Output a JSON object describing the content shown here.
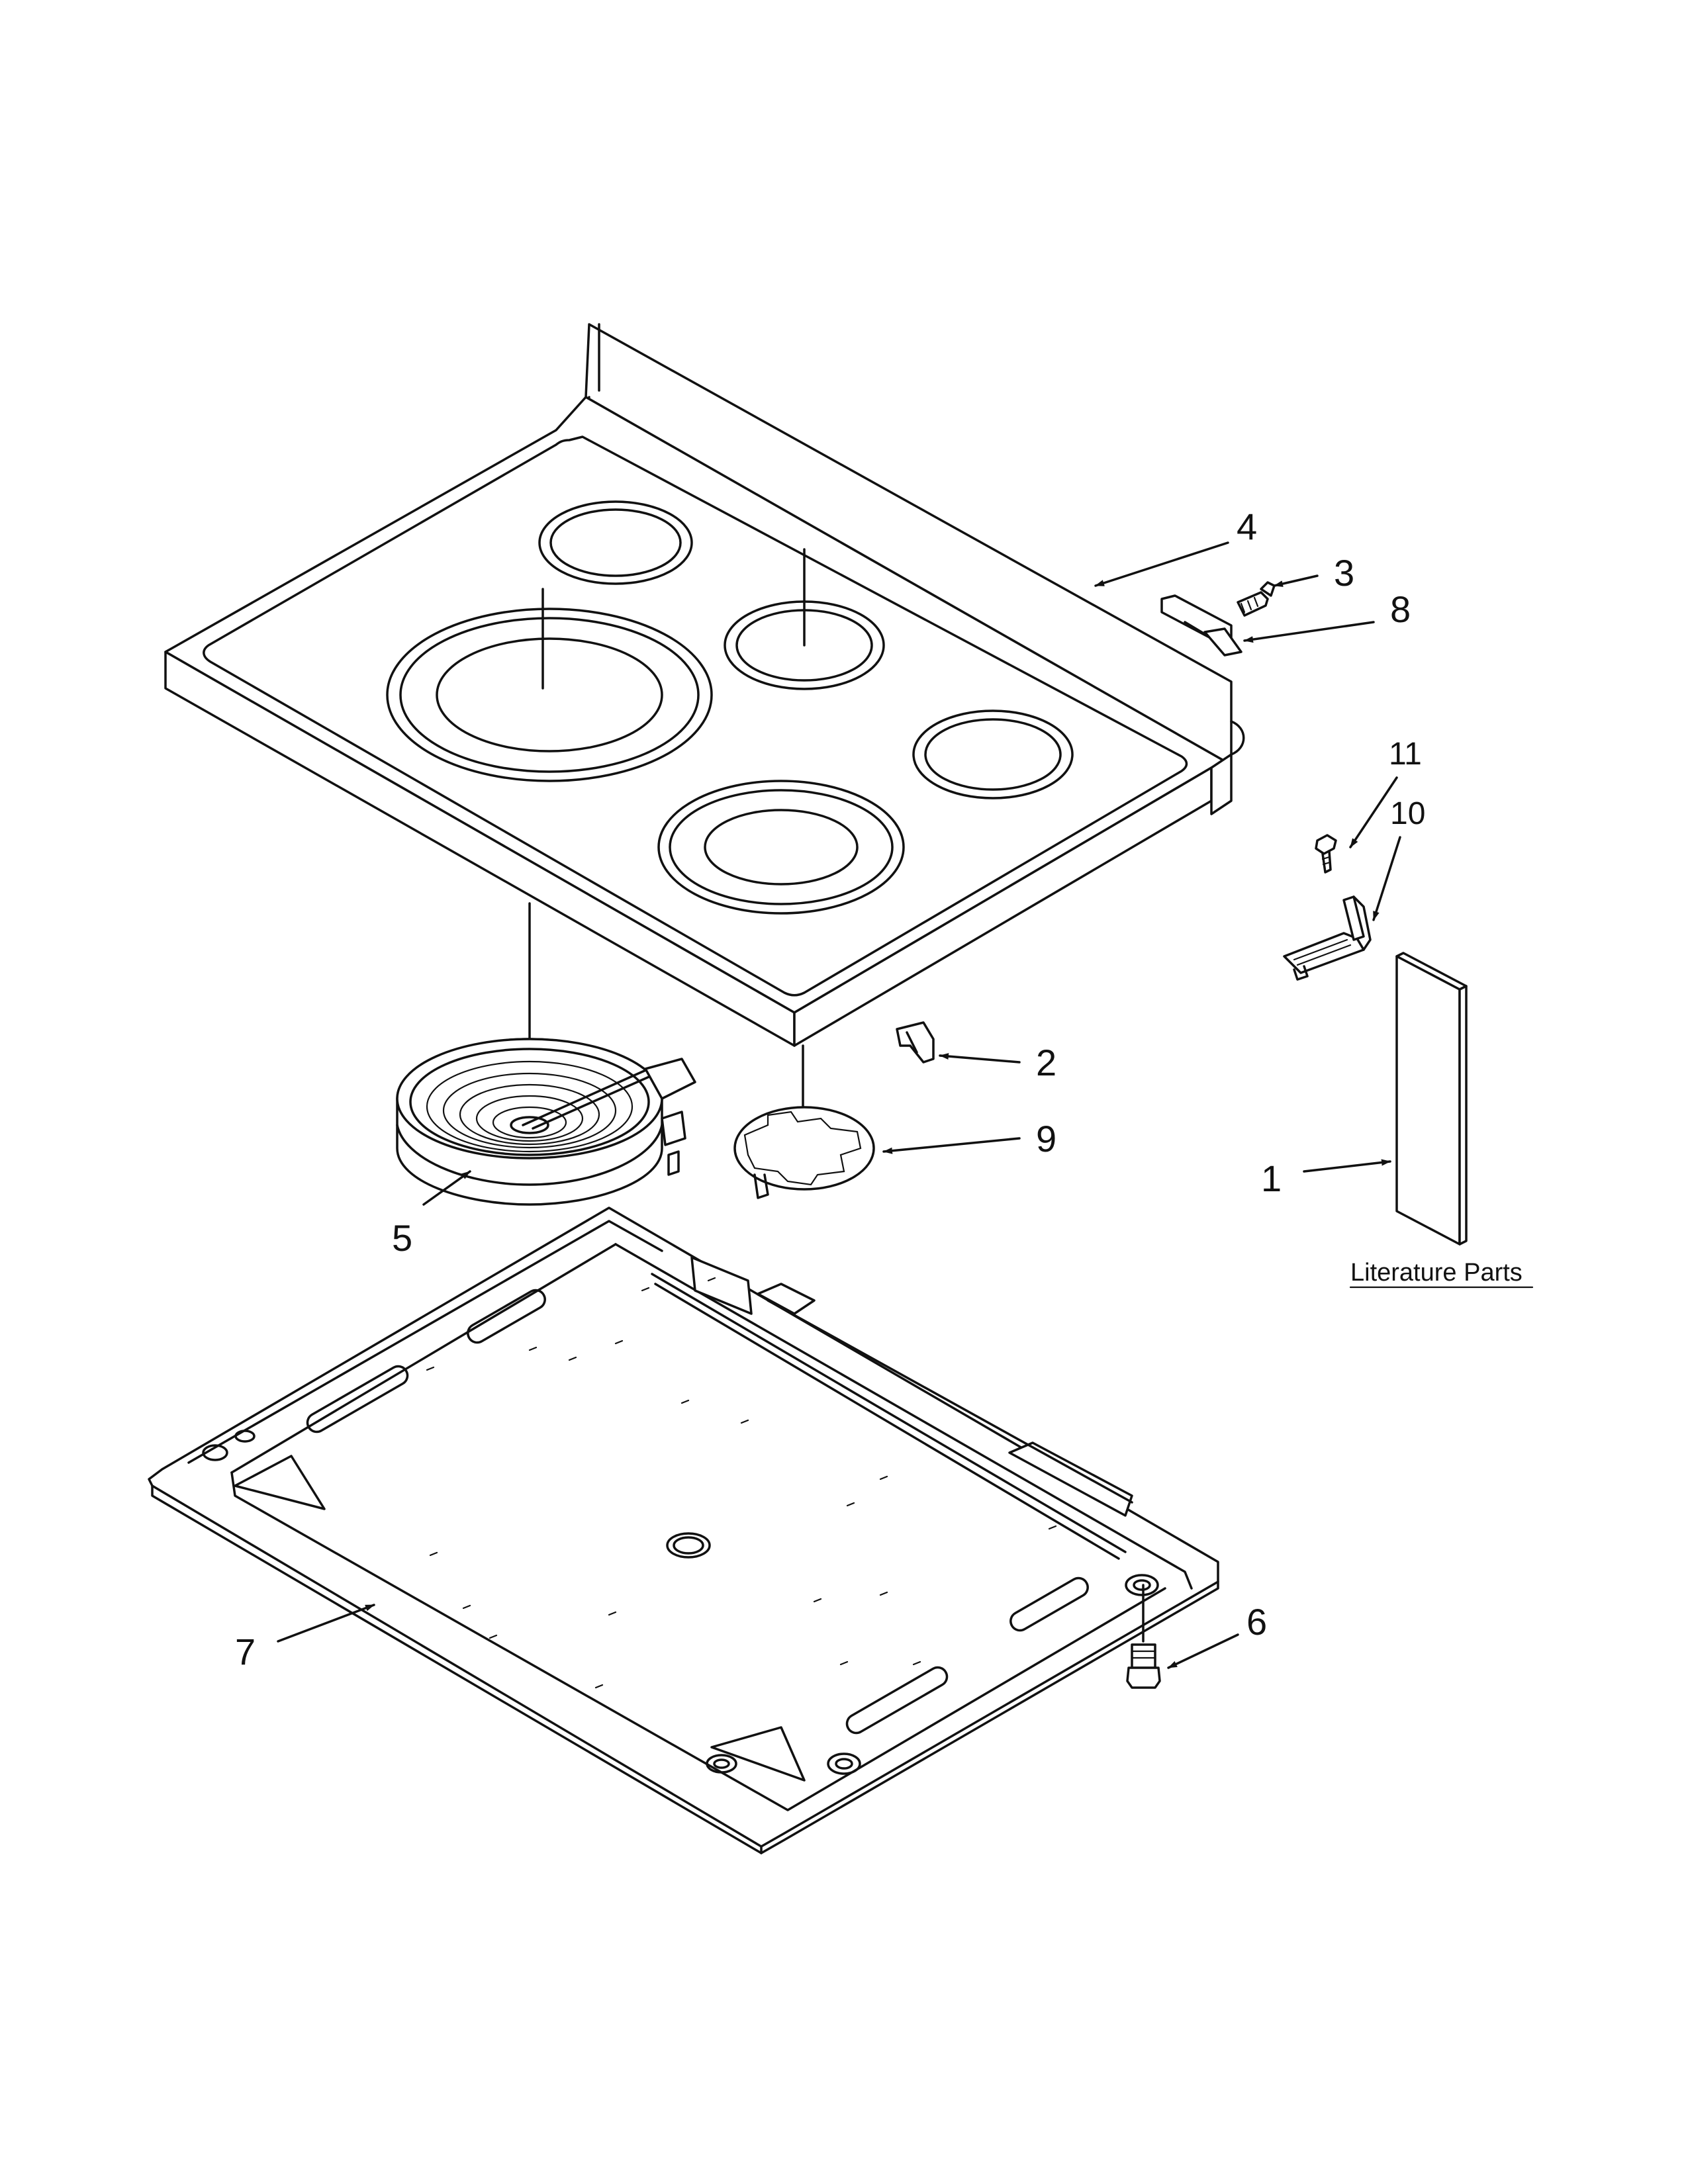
{
  "callouts": [
    {
      "id": "1",
      "label": "1"
    },
    {
      "id": "2",
      "label": "2"
    },
    {
      "id": "3",
      "label": "3"
    },
    {
      "id": "4",
      "label": "4"
    },
    {
      "id": "5",
      "label": "5"
    },
    {
      "id": "6",
      "label": "6"
    },
    {
      "id": "7",
      "label": "7"
    },
    {
      "id": "8",
      "label": "8"
    },
    {
      "id": "9",
      "label": "9"
    },
    {
      "id": "10",
      "label": "10"
    },
    {
      "id": "11",
      "label": "11"
    }
  ],
  "literature_parts_label": "Literature Parts"
}
